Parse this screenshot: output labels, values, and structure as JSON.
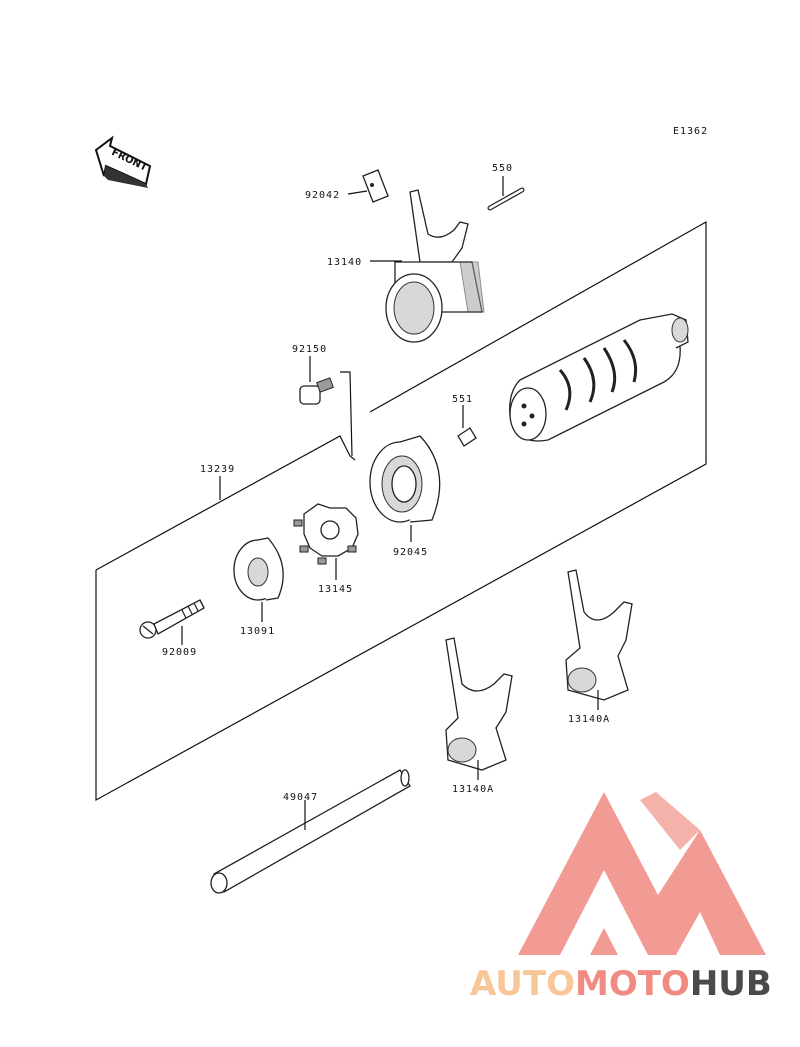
{
  "diagram": {
    "code": "E1362",
    "front_label": "FRONT",
    "parts": [
      {
        "id": "p-92042",
        "label": "92042"
      },
      {
        "id": "p-550",
        "label": "550"
      },
      {
        "id": "p-13140",
        "label": "13140"
      },
      {
        "id": "p-92150",
        "label": "92150"
      },
      {
        "id": "p-551",
        "label": "551"
      },
      {
        "id": "p-13239",
        "label": "13239"
      },
      {
        "id": "p-92045",
        "label": "92045"
      },
      {
        "id": "p-13145",
        "label": "13145"
      },
      {
        "id": "p-13091",
        "label": "13091"
      },
      {
        "id": "p-92009",
        "label": "92009"
      },
      {
        "id": "p-13140a-right",
        "label": "13140A"
      },
      {
        "id": "p-13140a-left",
        "label": "13140A"
      },
      {
        "id": "p-49047",
        "label": "49047"
      }
    ]
  },
  "watermark": {
    "word_part1": "AUTO",
    "word_part2": "MOTO",
    "word_part3": "HUB",
    "color_light": "#f7c79a",
    "color_mid": "#f08a82",
    "color_dark": "#4a4a4a"
  }
}
